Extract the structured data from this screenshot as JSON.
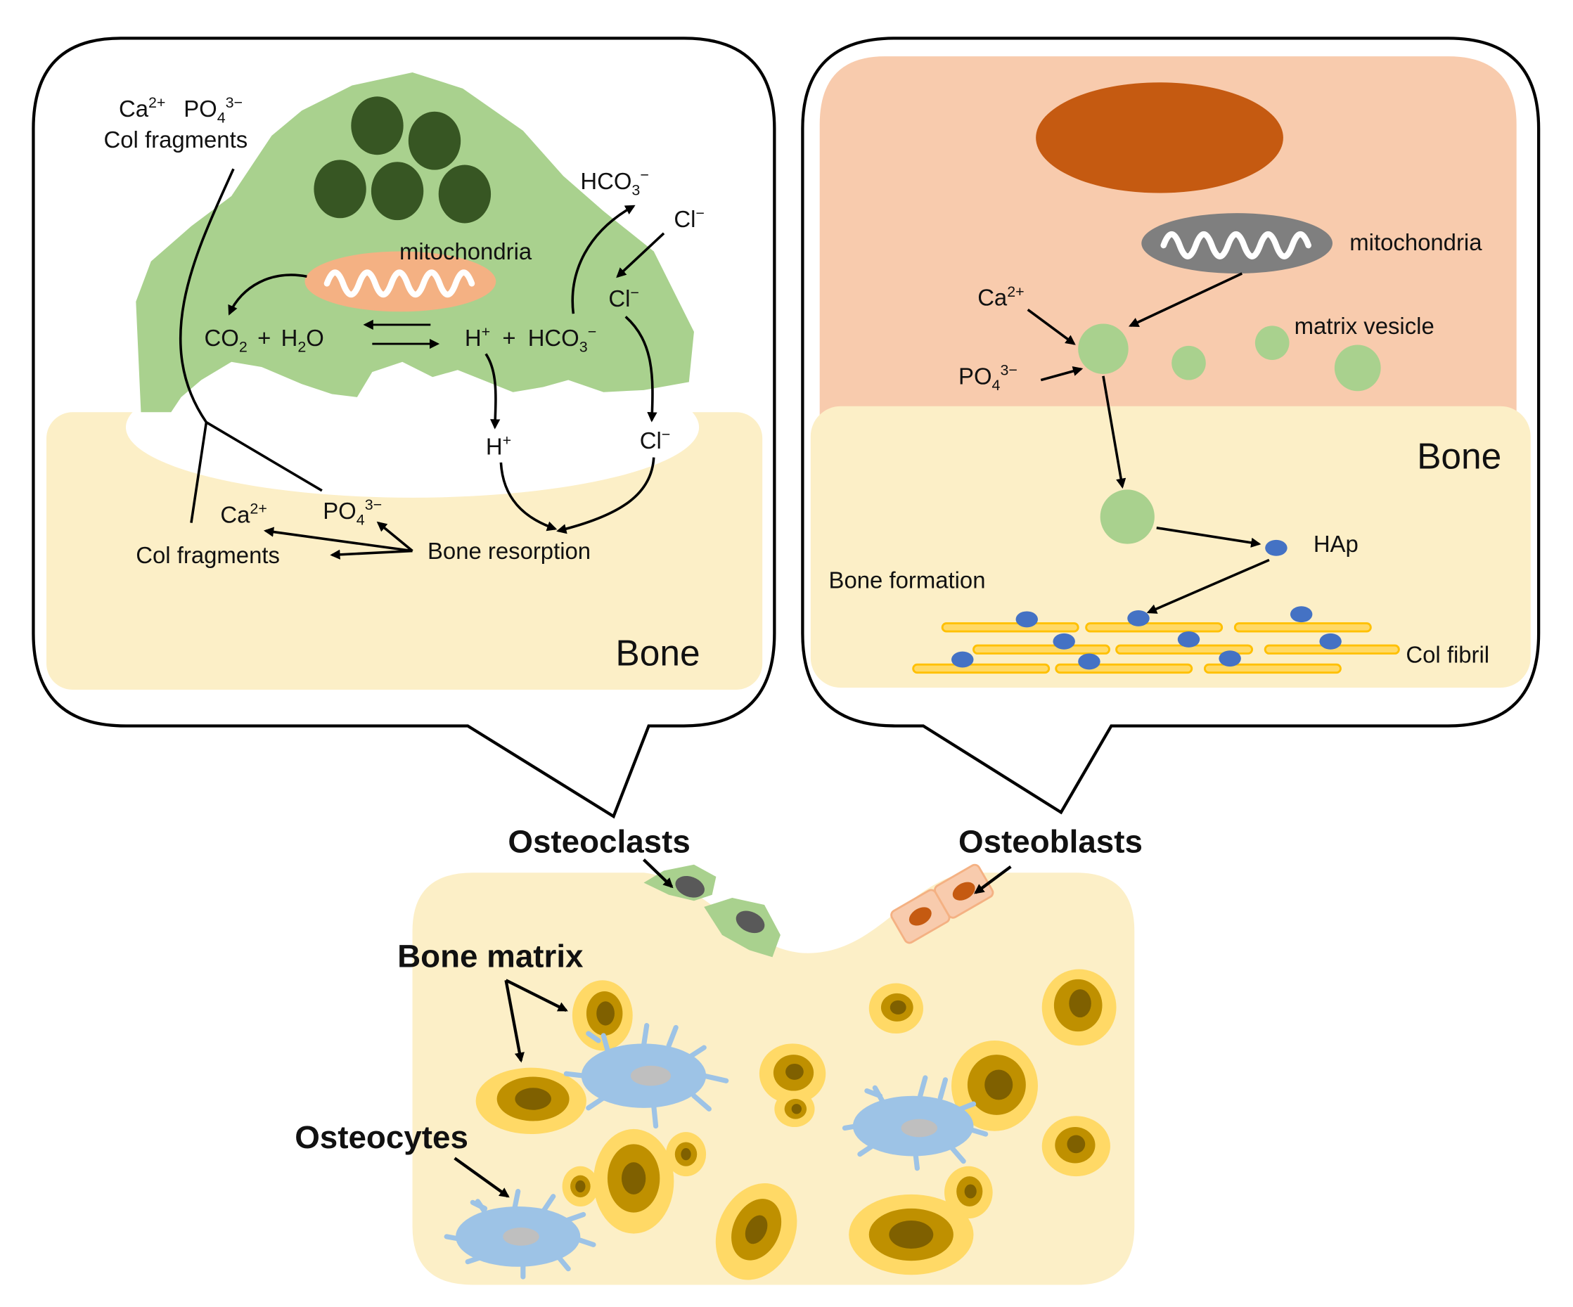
{
  "colors": {
    "bone": "#fcefc7",
    "osteoclast": "#a9d18e",
    "osteoclast_nucleus": "#375623",
    "osteoblast": "#f8cbad",
    "osteoblast_nucleus": "#c55a11",
    "mitochondria_osteoclast": "#f4b183",
    "mitochondria_osteoblast": "#7f7f7f",
    "vesicle": "#a9d18e",
    "hap": "#4472c4",
    "col_fibril": "#ffd966",
    "col_fibril_stroke": "#ffc000",
    "lacuna_outer": "#ffd966",
    "lacuna_mid": "#bf9000",
    "lacuna_inner": "#7f6000",
    "osteocyte": "#9dc3e6",
    "osteocyte_nucleus": "#bfbfbf"
  },
  "left_panel": {
    "ca": "Ca",
    "ca_sup": "2+",
    "po": "PO",
    "po_sub": "4",
    "po_sup": "3−",
    "col_fragments_top": "Col fragments",
    "mitochondria": "mitochondria",
    "hco3_top": "HCO",
    "hco3_sub": "3",
    "hco3_sup": "−",
    "cl": "Cl",
    "cl_sup": "−",
    "co2": "CO",
    "co2_sub": "2",
    "plus": "+",
    "h2o_h": "H",
    "h2o_sub": "2",
    "h2o_o": "O",
    "h": "H",
    "h_sup": "+",
    "hco3": "HCO",
    "bone_resorption": "Bone resorption",
    "col_fragments_bottom": "Col fragments",
    "bone": "Bone"
  },
  "right_panel": {
    "mitochondria": "mitochondria",
    "ca": "Ca",
    "ca_sup": "2+",
    "po": "PO",
    "po_sub": "4",
    "po_sup": "3−",
    "matrix_vesicle": "matrix vesicle",
    "bone": "Bone",
    "hap": "HAp",
    "bone_formation": "Bone formation",
    "col_fibril": "Col fibril"
  },
  "bottom": {
    "osteoclasts": "Osteoclasts",
    "osteoblasts": "Osteoblasts",
    "bone_matrix": "Bone matrix",
    "osteocytes": "Osteocytes"
  }
}
